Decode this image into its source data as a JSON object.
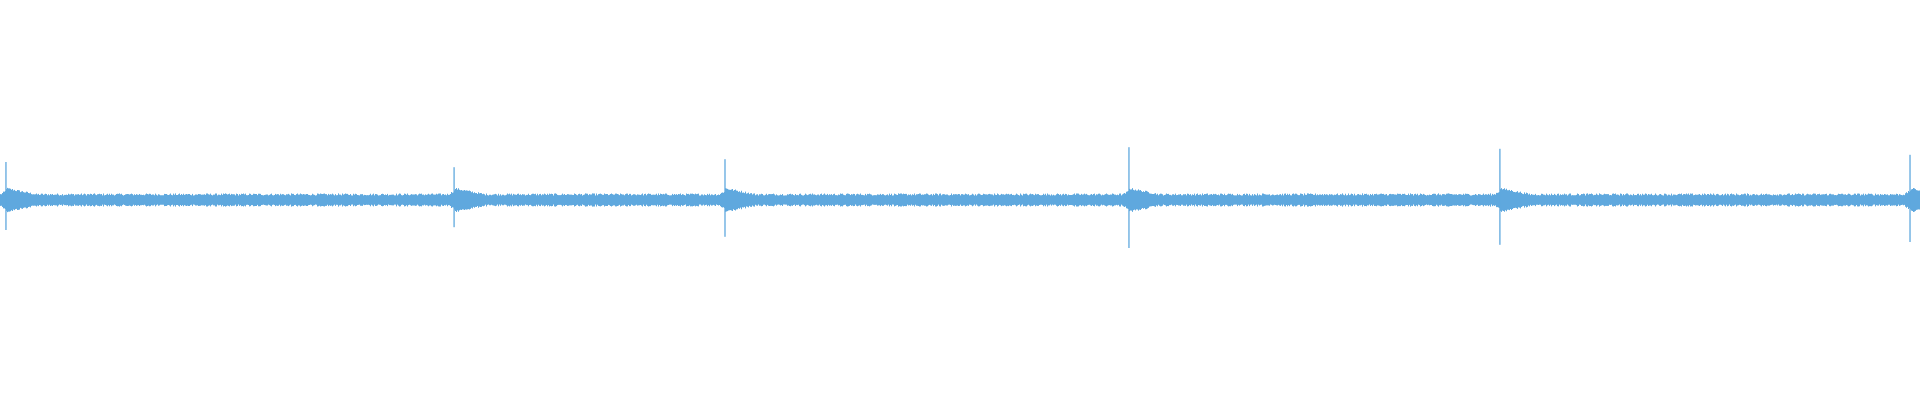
{
  "waveform": {
    "color": "#5fa8de",
    "background": "#ffffff",
    "baseline_fraction": 0.5,
    "band_amplitude_fraction": 0.015,
    "spikes": [
      {
        "position_fraction": 0.0031,
        "up_fraction": 0.095,
        "down_fraction": 0.075
      },
      {
        "position_fraction": 0.2365,
        "up_fraction": 0.082,
        "down_fraction": 0.068
      },
      {
        "position_fraction": 0.3776,
        "up_fraction": 0.102,
        "down_fraction": 0.092
      },
      {
        "position_fraction": 0.588,
        "up_fraction": 0.132,
        "down_fraction": 0.12
      },
      {
        "position_fraction": 0.7812,
        "up_fraction": 0.128,
        "down_fraction": 0.112
      },
      {
        "position_fraction": 0.9948,
        "up_fraction": 0.113,
        "down_fraction": 0.105
      }
    ]
  }
}
